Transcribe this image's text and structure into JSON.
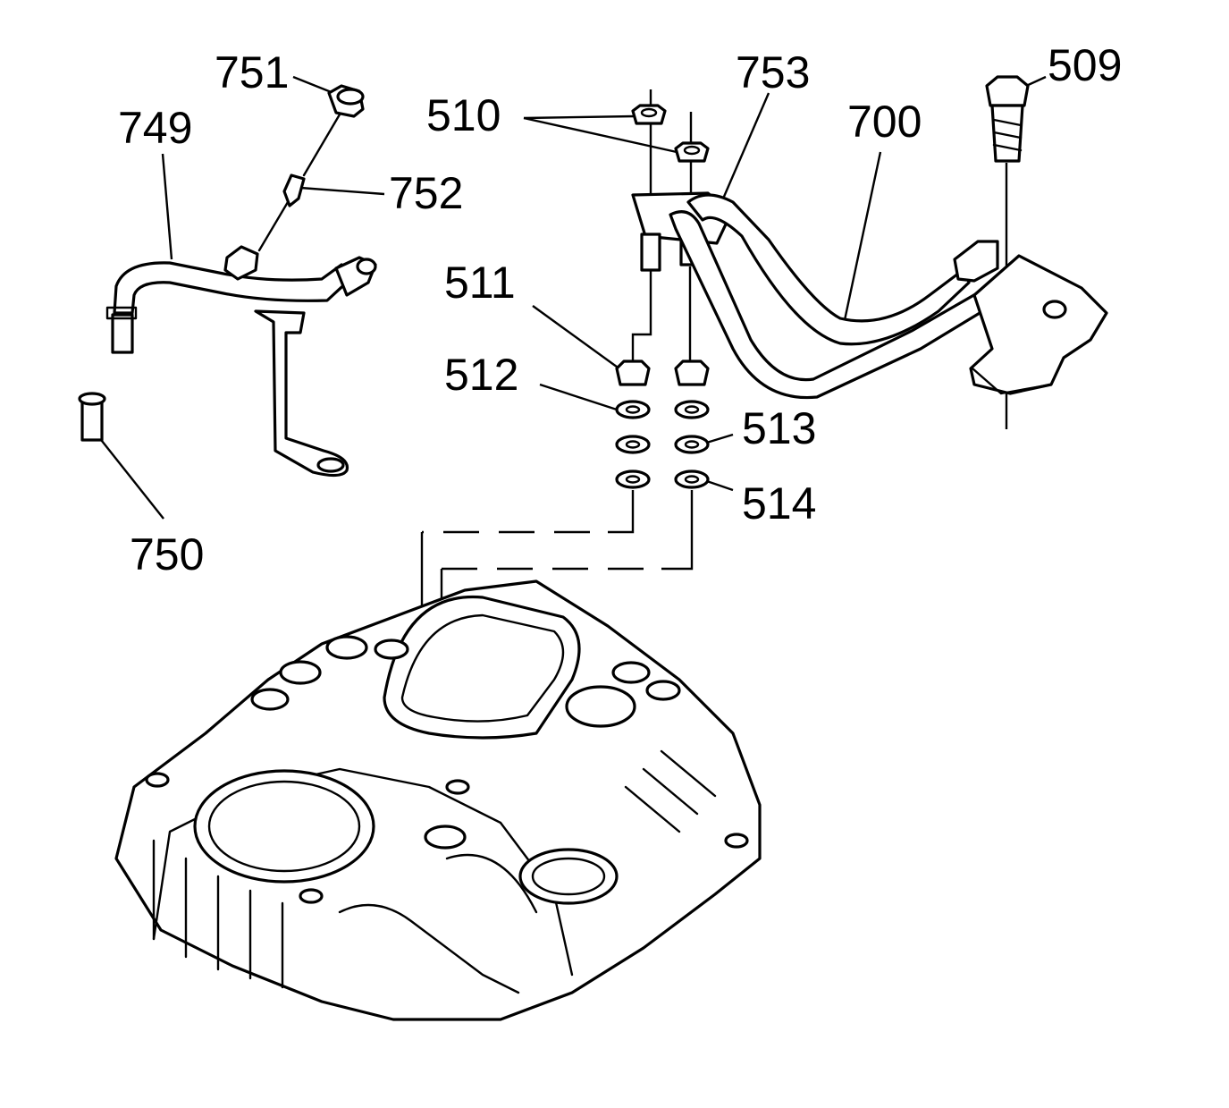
{
  "callouts": {
    "c751": "751",
    "c749": "749",
    "c752": "752",
    "c750": "750",
    "c510": "510",
    "c753": "753",
    "c700": "700",
    "c509": "509",
    "c511": "511",
    "c512": "512",
    "c513": "513",
    "c514": "514"
  }
}
